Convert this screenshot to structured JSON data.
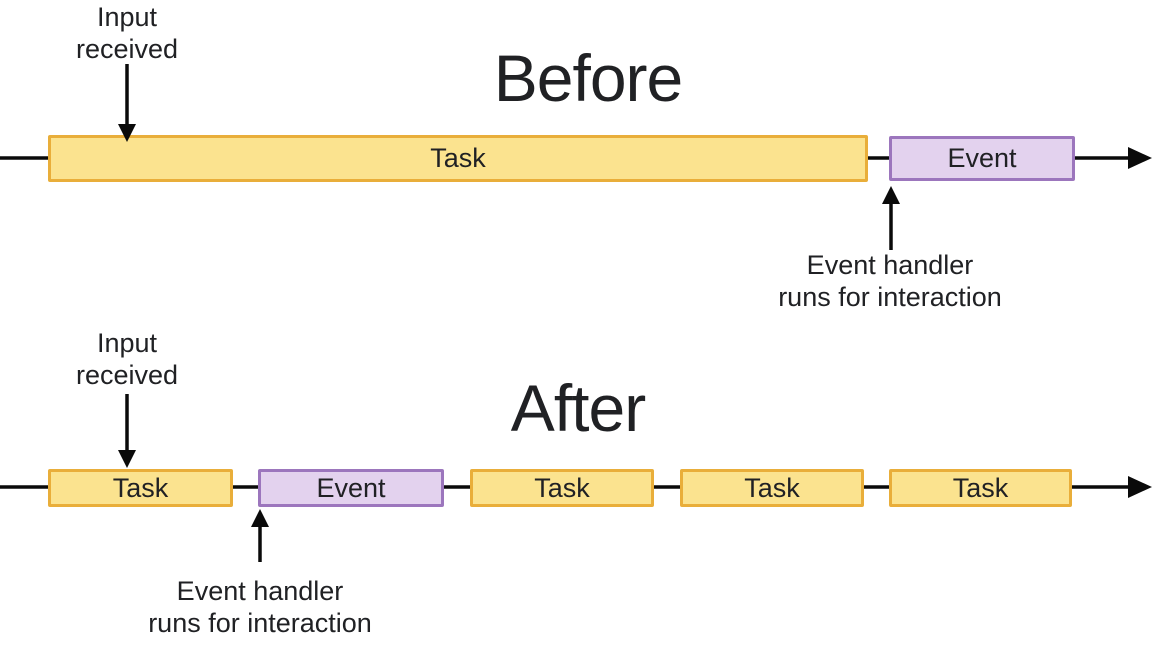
{
  "colors": {
    "text": "#202124",
    "arrow": "#0a0a0a",
    "task_fill": "#FBE38F",
    "task_border": "#E9AE3A",
    "event_fill": "#E3D2EE",
    "event_border": "#9C76BD"
  },
  "before": {
    "title": "Before",
    "input_label_line1": "Input",
    "input_label_line2": "received",
    "task_label": "Task",
    "event_label": "Event",
    "handler_label_line1": "Event handler",
    "handler_label_line2": "runs for interaction"
  },
  "after": {
    "title": "After",
    "input_label_line1": "Input",
    "input_label_line2": "received",
    "segments": [
      {
        "type": "task",
        "label": "Task"
      },
      {
        "type": "event",
        "label": "Event"
      },
      {
        "type": "task",
        "label": "Task"
      },
      {
        "type": "task",
        "label": "Task"
      },
      {
        "type": "task",
        "label": "Task"
      }
    ],
    "handler_label_line1": "Event handler",
    "handler_label_line2": "runs for interaction"
  }
}
